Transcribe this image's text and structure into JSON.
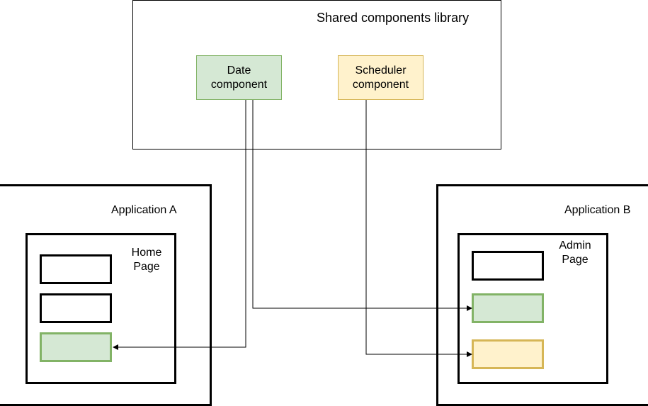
{
  "library": {
    "title": "Shared components library",
    "date_component": [
      "Date",
      "component"
    ],
    "scheduler_component": [
      "Scheduler",
      "component"
    ]
  },
  "app_a": {
    "title": "Application A",
    "page_title": [
      "Home",
      "Page"
    ]
  },
  "app_b": {
    "title": "Application B",
    "page_title": [
      "Admin",
      "Page"
    ]
  },
  "colors": {
    "green_fill": "#d5e8d4",
    "green_stroke": "#82b366",
    "yellow_fill": "#fff2cc",
    "yellow_stroke": "#d6b656"
  }
}
